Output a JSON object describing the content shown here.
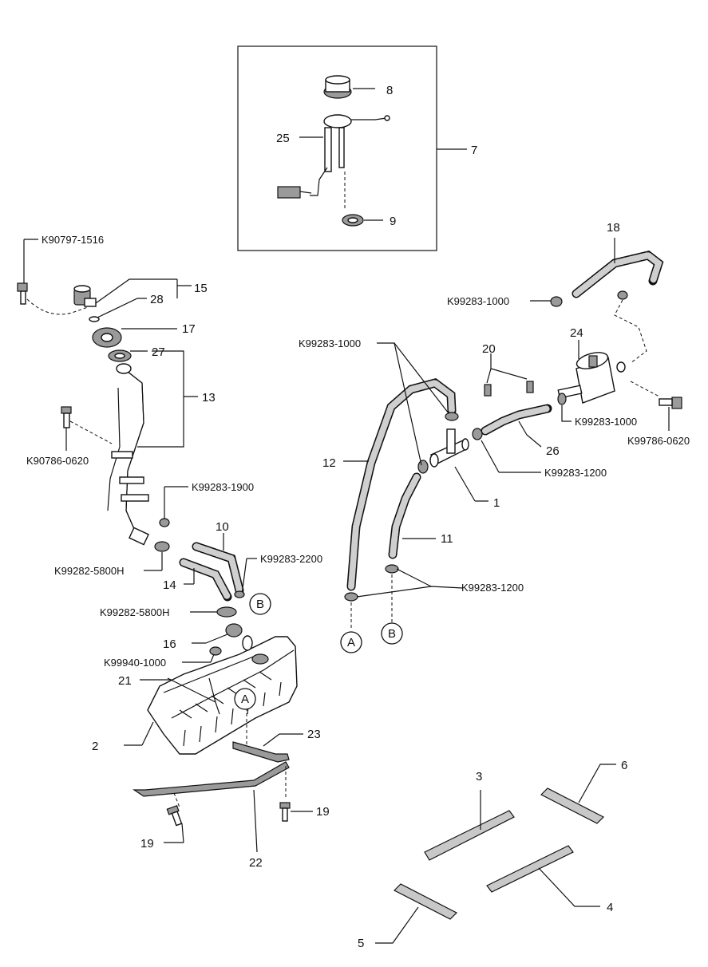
{
  "labels": {
    "p1": "1",
    "p2": "2",
    "p3": "3",
    "p4": "4",
    "p5": "5",
    "p6": "6",
    "p7": "7",
    "p8": "8",
    "p9": "9",
    "p10": "10",
    "p11": "11",
    "p12": "12",
    "p13": "13",
    "p14": "14",
    "p15": "15",
    "p16": "16",
    "p17": "17",
    "p18": "18",
    "p19a": "19",
    "p19b": "19",
    "p20": "20",
    "p21": "21",
    "p22": "22",
    "p23": "23",
    "p24": "24",
    "p25": "25",
    "p26": "26",
    "p27": "27",
    "p28": "28"
  },
  "part_numbers": {
    "bolt_top_left": "K90797-1516",
    "bolt_filler": "K90786-0620",
    "clamp_1900": "K99283-1900",
    "clamp_5800_a": "K99282-5800H",
    "clamp_5800_b": "K99282-5800H",
    "clamp_2200": "K99283-2200",
    "grommet_1000": "K99940-1000",
    "clamp_1000_top": "K99283-1000",
    "clamp_1000_center": "K99283-1000",
    "clamp_1000_canister": "K99283-1000",
    "bolt_canister": "K99786-0620",
    "clamp_1200_a": "K99283-1200",
    "clamp_1200_b": "K99283-1200"
  },
  "connectors": {
    "a_tank": "A",
    "b_tank": "B",
    "a_hose": "A",
    "b_hose": "B"
  }
}
